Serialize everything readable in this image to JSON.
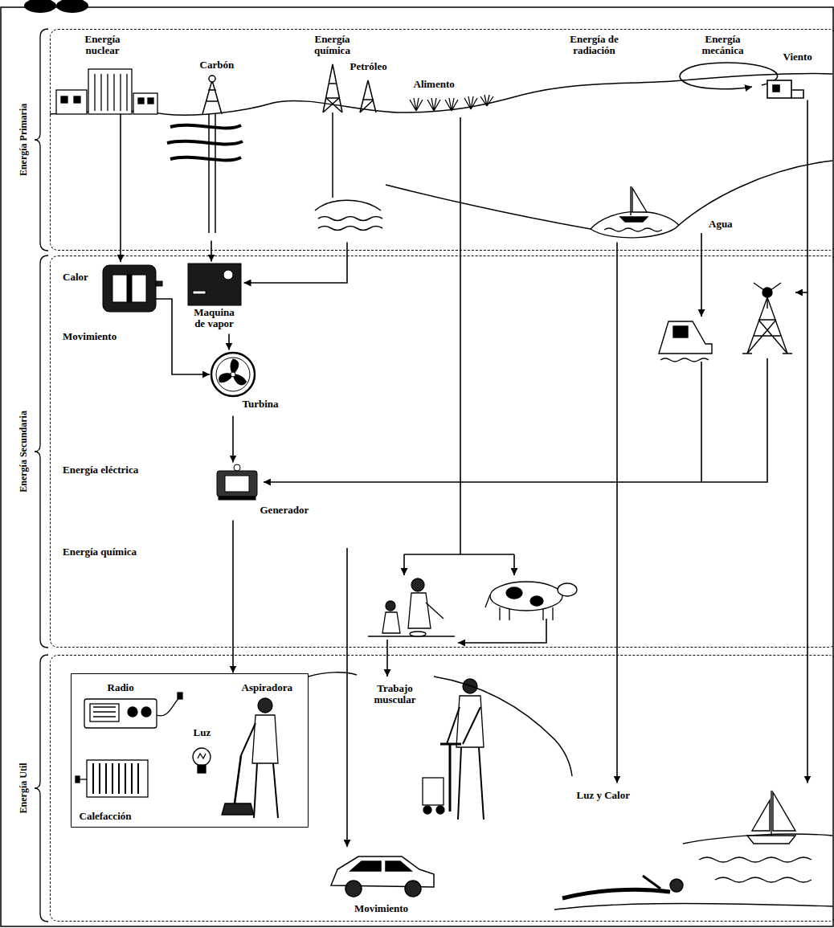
{
  "diagram": {
    "nodes": [
      {
        "text": [
          "Energía Primaria"
        ]
      },
      {
        "text": [
          "Energía Secundaria"
        ]
      },
      {
        "text": [
          "Energía Util"
        ]
      },
      {
        "text": [
          "Energía nuclear"
        ],
        "in": 0
      },
      {
        "text": [
          "Carbón"
        ],
        "in": 0
      },
      {
        "text": [
          "Energía química",
          "Petróleo"
        ],
        "in": 0
      },
      {
        "text": [
          "Alimento"
        ],
        "in": 0
      },
      {
        "text": [
          "Energía de radiación"
        ],
        "in": 0
      },
      {
        "text": [
          "Energía mecánica",
          "Viento"
        ],
        "in": 0
      },
      {
        "text": [
          "Maquina de vapor"
        ],
        "in": 1
      },
      {
        "text": [
          "Turbina"
        ],
        "in": 1
      },
      {
        "text": [
          "Generador"
        ],
        "in": 1
      },
      {
        "text": [
          "Radio",
          "Aspiradora",
          "Luz",
          "Calefacción"
        ],
        "in": 2
      },
      {
        "text": [
          "Trabajo muscular"
        ],
        "in": 2
      },
      {
        "text": [
          "Luz y Calor"
        ],
        "in": 2
      },
      {
        "text": [
          "Movimiento"
        ],
        "in": 2
      }
    ],
    "edges": [
      {
        "from": 4,
        "to": 9,
        "arrow": "to"
      },
      {
        "from": 5,
        "to": 9,
        "arrow": "to"
      },
      {
        "from": 9,
        "to": 10,
        "arrow": "to"
      },
      {
        "from": 10,
        "to": 11,
        "arrow": "to"
      },
      {
        "from": 11,
        "to": 12,
        "arrow": "to"
      },
      {
        "from": 7,
        "to": 14,
        "arrow": "to"
      },
      {
        "from": 8,
        "to": 14,
        "arrow": "to"
      }
    ],
    "labels": [
      "Agua",
      "Calor",
      "Movimiento",
      "Energía eléctrica",
      "Energía química"
    ]
  }
}
